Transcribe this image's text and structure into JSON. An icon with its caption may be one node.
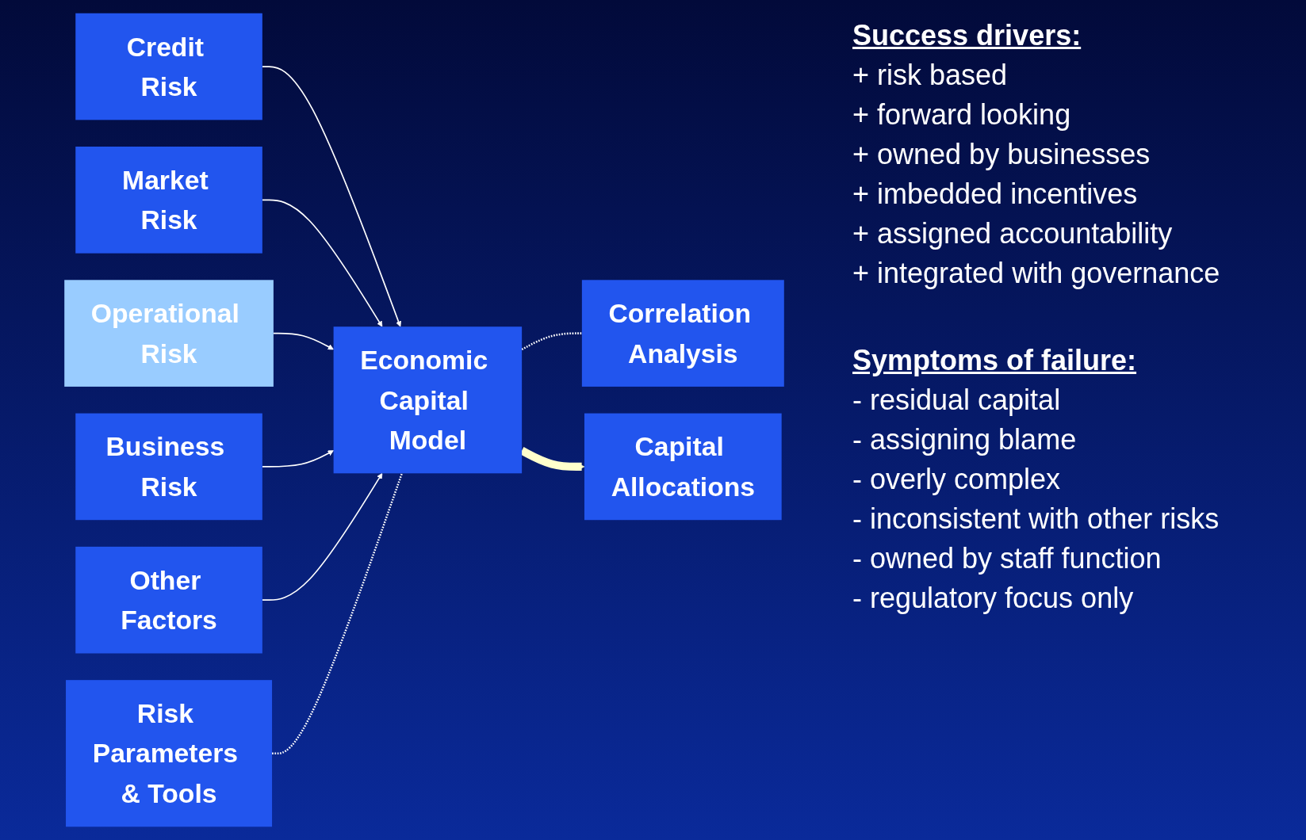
{
  "diagram": {
    "nodes": [
      {
        "text": [
          "Credit Risk"
        ]
      },
      {
        "text": [
          "Market Risk"
        ]
      },
      {
        "text": [
          "Operational Risk"
        ]
      },
      {
        "text": [
          "Business Risk"
        ]
      },
      {
        "text": [
          "Other Factors"
        ]
      },
      {
        "text": [
          "Risk Parameters & Tools"
        ]
      },
      {
        "text": [
          "Economic Capital Model"
        ]
      },
      {
        "text": [
          "Correlation Analysis"
        ]
      },
      {
        "text": [
          "Capital Allocations"
        ]
      }
    ],
    "edges": [
      {
        "from": 0,
        "to": 6,
        "arrow": "to"
      },
      {
        "from": 1,
        "to": 6,
        "arrow": "to"
      },
      {
        "from": 2,
        "to": 6,
        "arrow": "to"
      },
      {
        "from": 3,
        "to": 6,
        "arrow": "to"
      },
      {
        "from": 4,
        "to": 6,
        "arrow": "to"
      },
      {
        "from": 5,
        "to": 6,
        "arrow": "none",
        "style": "dashed"
      },
      {
        "from": 6,
        "to": 7,
        "arrow": "none",
        "style": "dashed"
      },
      {
        "from": 6,
        "to": 8,
        "arrow": "to",
        "style": "thick",
        "color": "#ffffcc"
      }
    ],
    "labels": [
      "Success drivers:",
      "+ risk based",
      "+ forward looking",
      "+ owned by businesses",
      "+ imbedded incentives",
      "+ assigned accountability",
      "+ integrated with governance",
      "Symptoms of failure:",
      "- residual capital",
      "- assigning blame",
      "- overly complex",
      "- inconsistent with other risks",
      "- owned by staff function",
      "- regulatory focus only"
    ]
  }
}
